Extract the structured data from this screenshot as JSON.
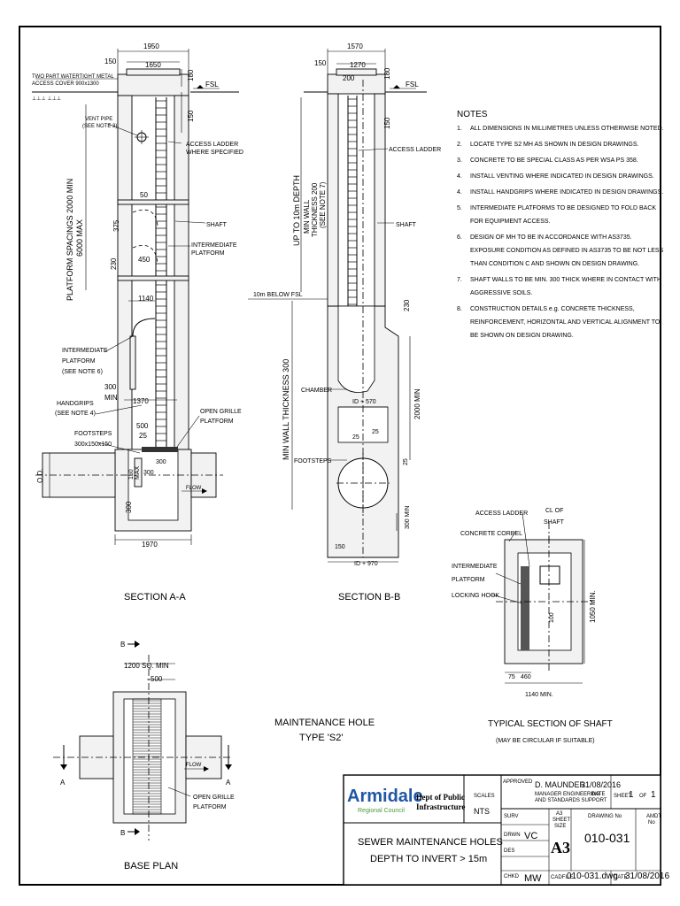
{
  "title_block": {
    "logo_name": "Armidale",
    "logo_sub": "Regional Council",
    "dept_line1": "Dept of Public",
    "dept_line2": "Infrastructure",
    "scales_label": "SCALES",
    "scales_value": "NTS",
    "approved_label": "APPROVED",
    "approved_name": "D. MAUNDER",
    "approved_role1": "MANAGER ENGINEERING",
    "approved_role2": "AND STANDARDS SUPPORT",
    "approved_date": "31/08/2016",
    "date_label": "DATE",
    "sheet_label": "SHEET",
    "sheet_no": "1",
    "of_label": "OF",
    "sheet_total": "1",
    "surv_label": "SURV",
    "drwn_label": "DRWN",
    "drwn_value": "VC",
    "des_label": "DES",
    "chkd_label": "CHKD",
    "chkd_value": "MW",
    "a3_label1": "A3",
    "a3_label2": "SHEET",
    "a3_label3": "SIZE",
    "a3_value": "A3",
    "drawing_no_label": "DRAWING No",
    "drawing_no": "010-031",
    "amdt_label1": "AMDT",
    "amdt_label2": "No",
    "cadfile_label": "CADFILE",
    "cadfile": "010-031.dwg",
    "date2_label": "DATE",
    "date2": "31/08/2016",
    "drawing_title1": "SEWER MAINTENANCE HOLES",
    "drawing_title2": "DEPTH TO INVERT > 15m"
  },
  "notes": {
    "heading": "NOTES",
    "items": [
      {
        "num": "1.",
        "lines": [
          "ALL DIMENSIONS IN MILLIMETRES UNLESS OTHERWISE NOTED."
        ]
      },
      {
        "num": "2.",
        "lines": [
          "LOCATE TYPE S2 MH AS SHOWN IN DESIGN DRAWINGS."
        ]
      },
      {
        "num": "3.",
        "lines": [
          "CONCRETE TO BE SPECIAL CLASS AS PER WSA PS 358."
        ]
      },
      {
        "num": "4.",
        "lines": [
          "INSTALL VENTING WHERE INDICATED IN DESIGN DRAWINGS."
        ]
      },
      {
        "num": "4.",
        "lines": [
          "INSTALL HANDGRIPS WHERE INDICATED IN DESIGN DRAWINGS."
        ]
      },
      {
        "num": "5.",
        "lines": [
          "INTERMEDIATE PLATFORMS TO BE DESIGNED TO FOLD BACK",
          "FOR EQUIPMENT ACCESS."
        ]
      },
      {
        "num": "6.",
        "lines": [
          "DESIGN OF MH TO BE IN ACCORDANCE WITH AS3735.",
          "EXPOSURE CONDITION AS DEFINED IN AS3735 TO BE NOT LESS",
          "THAN CONDITION C AND SHOWN ON DESIGN DRAWING."
        ]
      },
      {
        "num": "7.",
        "lines": [
          "SHAFT WALLS TO BE MIN. 300 THICK WHERE IN CONTACT WITH",
          "AGGRESSIVE SOILS."
        ]
      },
      {
        "num": "8.",
        "lines": [
          "CONSTRUCTION DETAILS e.g. CONCRETE THICKNESS,",
          "REINFORCEMENT, HORIZONTAL AND VERTICAL ALIGNMENT TO",
          "BE SHOWN ON DESIGN DRAWING."
        ]
      }
    ]
  },
  "section_aa": {
    "title": "SECTION A-A",
    "dim_1950": "1950",
    "dim_150": "150",
    "dim_1650": "1650",
    "dim_180": "180",
    "dim_150b": "150",
    "fsl": "FSL",
    "cover_label1": "TWO PART WATERTIGHT METAL",
    "cover_label2": "ACCESS COVER 900x1300",
    "vent_label1": "VENT PIPE",
    "vent_label2": "(SEE NOTE 3)",
    "ladder_label1": "ACCESS LADDER",
    "ladder_label2": "WHERE SPECIFIED",
    "dim_50": "50",
    "dim_375": "375",
    "shaft_label": "SHAFT",
    "platform_label1": "INTERMEDIATE",
    "platform_label2": "PLATFORM",
    "dim_230": "230",
    "dim_450": "450",
    "spacing_label1": "PLATFORM SPACINGS 2000 MIN",
    "spacing_label2": "6000 MAX",
    "dim_1140": "1140",
    "int_platform1": "INTERMEDIATE",
    "int_platform2": "PLATFORM",
    "int_platform3": "(SEE NOTE 6)",
    "dim_300": "300",
    "dim_min": "MIN",
    "dim_1370": "1370",
    "handgrips1": "HANDGRIPS",
    "handgrips2": "(SEE NOTE 4)",
    "grille1": "OPEN GRILLE",
    "grille2": "PLATFORM",
    "dim_500": "500",
    "dim_25": "25",
    "footsteps1": "FOOTSTEPS",
    "footsteps2": "300x150x150",
    "dim_300b": "300",
    "dim_150c": "150",
    "dim_max": "MAX",
    "dim_300c": "300",
    "dim_od": "O.D.",
    "dim_300d": "300",
    "flow": "FLOW",
    "dim_1970": "1970"
  },
  "section_bb": {
    "title": "SECTION B-B",
    "dim_1570": "1570",
    "dim_150": "150",
    "dim_1270": "1270",
    "dim_200": "200",
    "dim_180": "180",
    "fsl": "FSL",
    "dim_150b": "150",
    "ladder_label": "ACCESS LADDER",
    "depth_label": "UP TO 10m DEPTH",
    "wall_label1": "MIN WALL",
    "wall_label2": "THICKNESS 200",
    "wall_label3": "(SEE NOTE 7)",
    "shaft_label": "SHAFT",
    "below_fsl": "10m BELOW FSL",
    "wall_300": "MIN WALL THICKNESS 300",
    "dim_230": "230",
    "chamber": "CHAMBER",
    "id570": "ID + 570",
    "dim_2000": "2000 MIN",
    "dim_25": "25",
    "dim_25b": "25",
    "dim_25c": "25",
    "footsteps": "FOOTSTEPS",
    "dim_300min": "300 MIN",
    "dim_150c": "150",
    "id970": "ID + 970"
  },
  "shaft_section": {
    "title1": "TYPICAL SECTION OF SHAFT",
    "title2": "(MAY BE CIRCULAR IF SUITABLE)",
    "ladder": "ACCESS LADDER",
    "cl1": "CL OF",
    "cl2": "SHAFT",
    "corbel": "CONCRETE CORBEL",
    "int1": "INTERMEDIATE",
    "int2": "PLATFORM",
    "hook": "LOCKING HOOK",
    "dim_1050": "1050 MIN.",
    "dim_100": "100",
    "dim_75": "75",
    "dim_460": "460",
    "dim_1140": "1140 MIN."
  },
  "base_plan": {
    "title": "BASE PLAN",
    "b_top": "B",
    "b_bottom": "B",
    "a_left": "A",
    "a_right": "A",
    "dim_1200": "1200 SQ. MIN",
    "dim_500": "500",
    "flow": "FLOW",
    "grille1": "OPEN GRILLE",
    "grille2": "PLATFORM"
  },
  "center_title": {
    "line1": "MAINTENANCE HOLE",
    "line2": "TYPE 'S2'"
  },
  "colors": {
    "logo_blue": "#1f56a5",
    "logo_green": "#4a9a3c"
  }
}
